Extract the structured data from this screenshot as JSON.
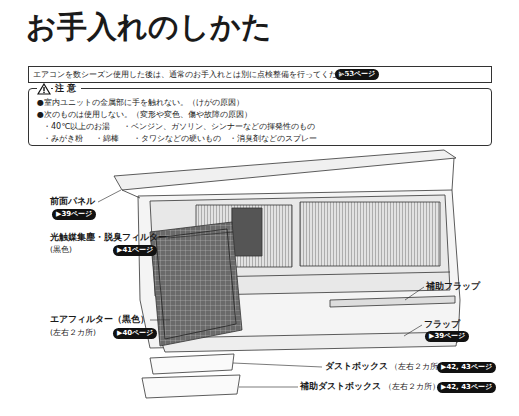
{
  "diagram": {
    "title": "お手入れのしかた",
    "nodes": [
      {
        "text": [
          "エアコンを数シーズン使用した後は、通常のお手入れとは別に点検整備を行ってください。"
        ]
      },
      {
        "text": [
          "▶53ページ"
        ],
        "in": 0
      },
      {
        "text": [
          "注意",
          "●室内ユニットの金属部に手を触れない。（けがの原因）",
          "●次のものは使用しない。（変形や変色、傷や故障の原因）",
          "・40℃以上のお湯",
          "・ベンジン、ガソリン、シンナーなどの揮発性のもの",
          "・みがき粉",
          "・綿棒",
          "・タワシなどの硬いもの",
          "・消臭剤などのスプレー"
        ]
      },
      {
        "text": [
          "▶39ページ"
        ]
      },
      {
        "text": [
          "▶41ページ"
        ]
      },
      {
        "text": [
          "▶40ページ"
        ]
      },
      {
        "text": [
          "▶39ページ"
        ]
      },
      {
        "text": [
          "▶42, 43ページ"
        ]
      },
      {
        "text": [
          "▶42, 43ページ"
        ]
      }
    ],
    "labels": [
      "前面パネル",
      "光触媒集塵・脱臭フィルター",
      "(黒色)",
      "補助フラップ",
      "エアフィルター（黒色）",
      "(左右２カ所)",
      "フラップ",
      "ダストボックス",
      "（左右２カ所）",
      "補助ダストボックス",
      "（左右２カ所）"
    ]
  }
}
